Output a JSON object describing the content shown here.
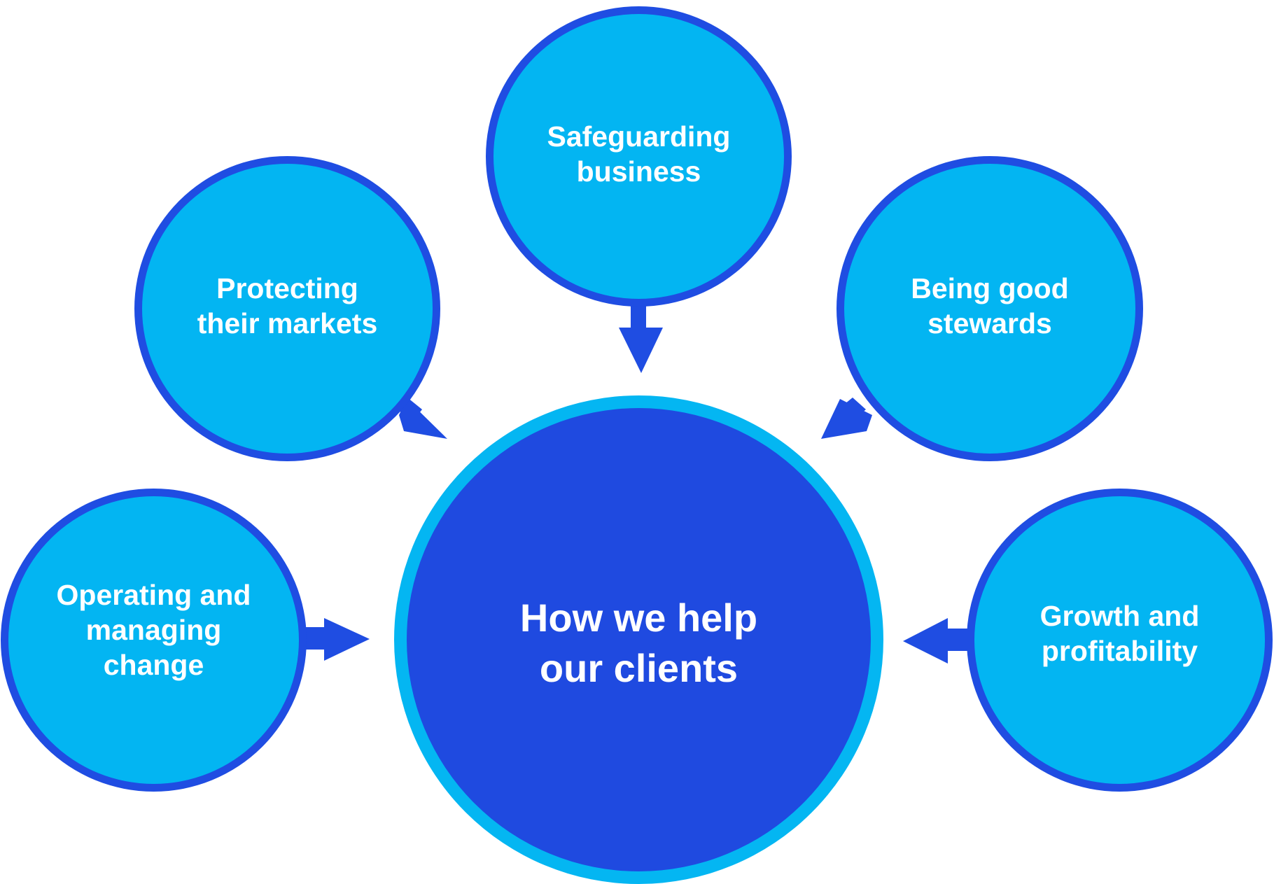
{
  "diagram": {
    "center": {
      "label": "How we help\nour clients"
    },
    "nodes": [
      {
        "id": "top",
        "label": "Safeguarding\nbusiness"
      },
      {
        "id": "upper-left",
        "label": "Protecting\ntheir markets"
      },
      {
        "id": "upper-right",
        "label": "Being good\nstewards"
      },
      {
        "id": "lower-left",
        "label": "Operating and\nmanaging\nchange"
      },
      {
        "id": "lower-right",
        "label": "Growth and\nprofitability"
      }
    ]
  },
  "colors": {
    "satellite_fill": "#03b5f2",
    "satellite_border": "#1f4de2",
    "center_fill": "#1f4ae0",
    "center_border": "#04b6f2",
    "arrow": "#1f4de2",
    "text": "#ffffff"
  }
}
